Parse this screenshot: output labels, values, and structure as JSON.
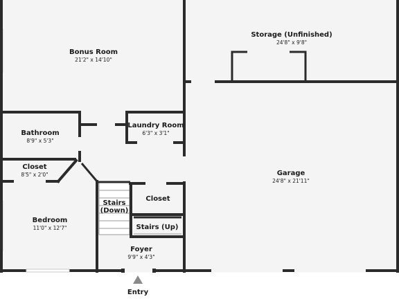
{
  "rooms": {
    "bonus_room": {
      "name": "Bonus Room",
      "dims": "21'2\" x 14'10\""
    },
    "storage": {
      "name": "Storage (Unfinished)",
      "dims": "24'8\" x 9'8\""
    },
    "bathroom": {
      "name": "Bathroom",
      "dims": "8'9\" x 5'3\""
    },
    "laundry": {
      "name": "Laundry Room",
      "dims": "6'3\" x 3'1\""
    },
    "closet_left": {
      "name": "Closet",
      "dims": "8'5\" x 2'0\""
    },
    "garage": {
      "name": "Garage",
      "dims": "24'8\" x 21'11\""
    },
    "bedroom": {
      "name": "Bedroom",
      "dims": "11'0\" x 12'7\""
    },
    "stairs_down": {
      "name_line1": "Stairs",
      "name_line2": "(Down)"
    },
    "closet_mid": {
      "name": "Closet"
    },
    "stairs_up": {
      "name": "Stairs (Up)"
    },
    "foyer": {
      "name": "Foyer",
      "dims": "9'9\" x 4'3\""
    }
  },
  "entry": {
    "label": "Entry"
  },
  "colors": {
    "wall": "#2b2b2b",
    "floor": "#f4f4f4",
    "window": "#c9c9c9",
    "entry_arrow": "#8a8a8a"
  }
}
